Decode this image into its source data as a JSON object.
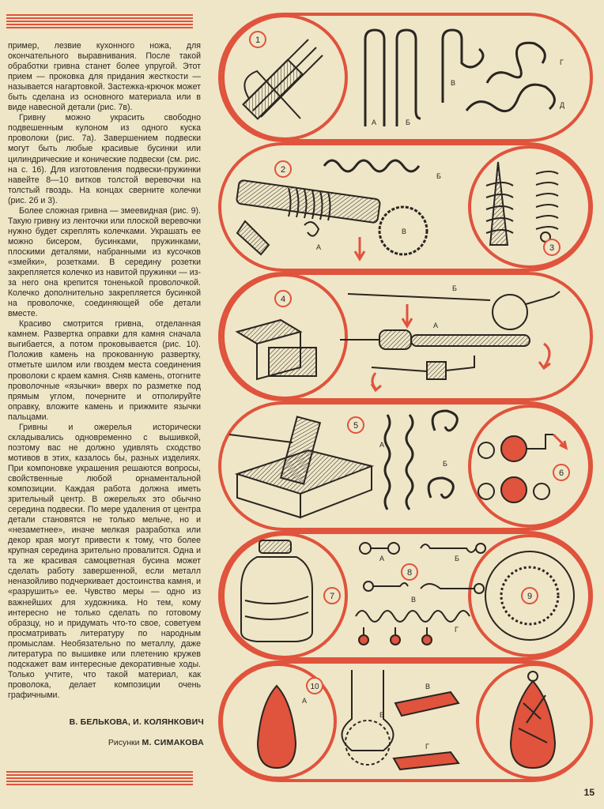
{
  "article": {
    "paragraphs": [
      "пример, лезвие кухонного ножа, для окончательного выравнивания. После такой обработки гривна станет более упругой. Этот прием — проковка для придания жесткости — называется нагартовкой. Застежка-крючок может быть сделана из основного материала или в виде навесной детали (рис. 7в).",
      "Гривну можно украсить свободно подвешенным кулоном из одного куска проволоки (рис. 7а). Завершением подвески могут быть любые красивые бусинки или цилиндрические и конические подвески (см. рис. на с. 16). Для изготовления подвески-пружинки навейте 8—10 витков толстой веревочки на толстый гвоздь. На концах сверните колечки (рис. 2б и 3).",
      "Более сложная гривна — змеевидная (рис. 9). Такую гривну из ленточки или плоской веревочки нужно будет скреплять колечками. Украшать ее можно бисером, бусинками, пружинками, плоскими деталями, набранными из кусочков «змейки», розетками. В середину розетки закрепляется колечко из навитой пружинки — из-за него она крепится тоненькой проволочкой. Колечко дополнительно закрепляется бусинкой на проволочке, соединяющей обе детали вместе.",
      "Красиво смотрится гривна, отделанная камнем. Развертка оправки для камня сначала выгибается, а потом проковывается (рис. 10). Положив камень на прокованную развертку, отметьте шилом или гвоздем места соединения проволоки с краем камня. Сняв камень, отогните проволочные «язычки» вверх по разметке под прямым углом, почерните и отполируйте оправку, вложите камень и прижмите язычки пальцами.",
      "Гривны и ожерелья исторически складывались одновременно с вышивкой, поэтому вас не должно удивлять сходство мотивов в этих, казалось бы, разных изделиях. При компоновке украшения решаются вопросы, свойственные любой орнаментальной композиции. Каждая работа должна иметь зрительный центр. В ожерельях это обычно середина подвески. По мере удаления от центра детали становятся не только мельче, но и «незаметнее», иначе мелкая разработка или декор края могут привести к тому, что более крупная середина зрительно провалится. Одна и та же красивая самоцветная бусина может сделать работу завершенной, если металл неназойливо подчеркивает достоинства камня, и «разрушить» ее. Чувство меры — одно из важнейших для художника. Но тем, кому интересно не только сделать по готовому образцу, но и придумать что-то свое, советуем просматривать литературу по народным промыслам. Необязательно по металлу, даже литература по вышивке или плетению кружев подскажет вам интересные декоративные ходы. Только учтите, что такой материал, как проволока, делает композиции очень графичными."
    ],
    "authors": "В. БЕЛЬКОВА, И. КОЛЯНКОВИЧ",
    "credit_prefix": "Рисунки",
    "credit_name": "М. СИМАКОВА"
  },
  "page_number": "15",
  "colors": {
    "accent": "#e0533c",
    "background": "#efe6c8",
    "ink": "#2a2520"
  },
  "figures": {
    "n1": "1",
    "n2": "2",
    "n3": "3",
    "n4": "4",
    "n5": "5",
    "n6": "6",
    "n7": "7",
    "n8": "8",
    "n9": "9",
    "n10": "10",
    "f1": {
      "a": "А",
      "b": "Б",
      "v": "В",
      "g": "Г",
      "d": "Д"
    },
    "f2": {
      "a": "А",
      "b": "Б",
      "v": "В"
    },
    "f4": {
      "a": "А",
      "b": "Б"
    },
    "f5": {
      "a": "А",
      "b": "Б"
    },
    "f8": {
      "a": "А",
      "b": "Б",
      "v": "В",
      "g": "Г"
    },
    "f10": {
      "a": "А",
      "b": "Б",
      "v": "В",
      "g": "Г"
    }
  }
}
